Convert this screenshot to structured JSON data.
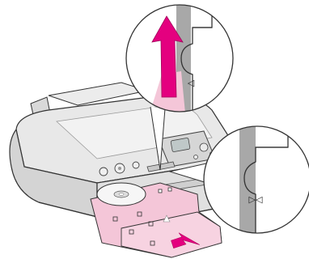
{
  "figure": {
    "subject": "printer-with-cd-dvd-tray",
    "colors": {
      "printer_body": "#e4e4e4",
      "printer_shadow": "#bdbdbd",
      "outline": "#333333",
      "tray_pink": "#f4c6d8",
      "arrow_magenta": "#e4007f",
      "guide_gray": "#a8a8a8"
    }
  },
  "callouts": {
    "top": {
      "alignment_mark": "◁",
      "arrow_direction": "up",
      "meaning": "tray-not-aligned-push-in"
    },
    "bottom": {
      "alignment_mark": "▷◁",
      "meaning": "tray-aligned"
    }
  },
  "insertion_arrow": {
    "direction": "into-printer"
  }
}
